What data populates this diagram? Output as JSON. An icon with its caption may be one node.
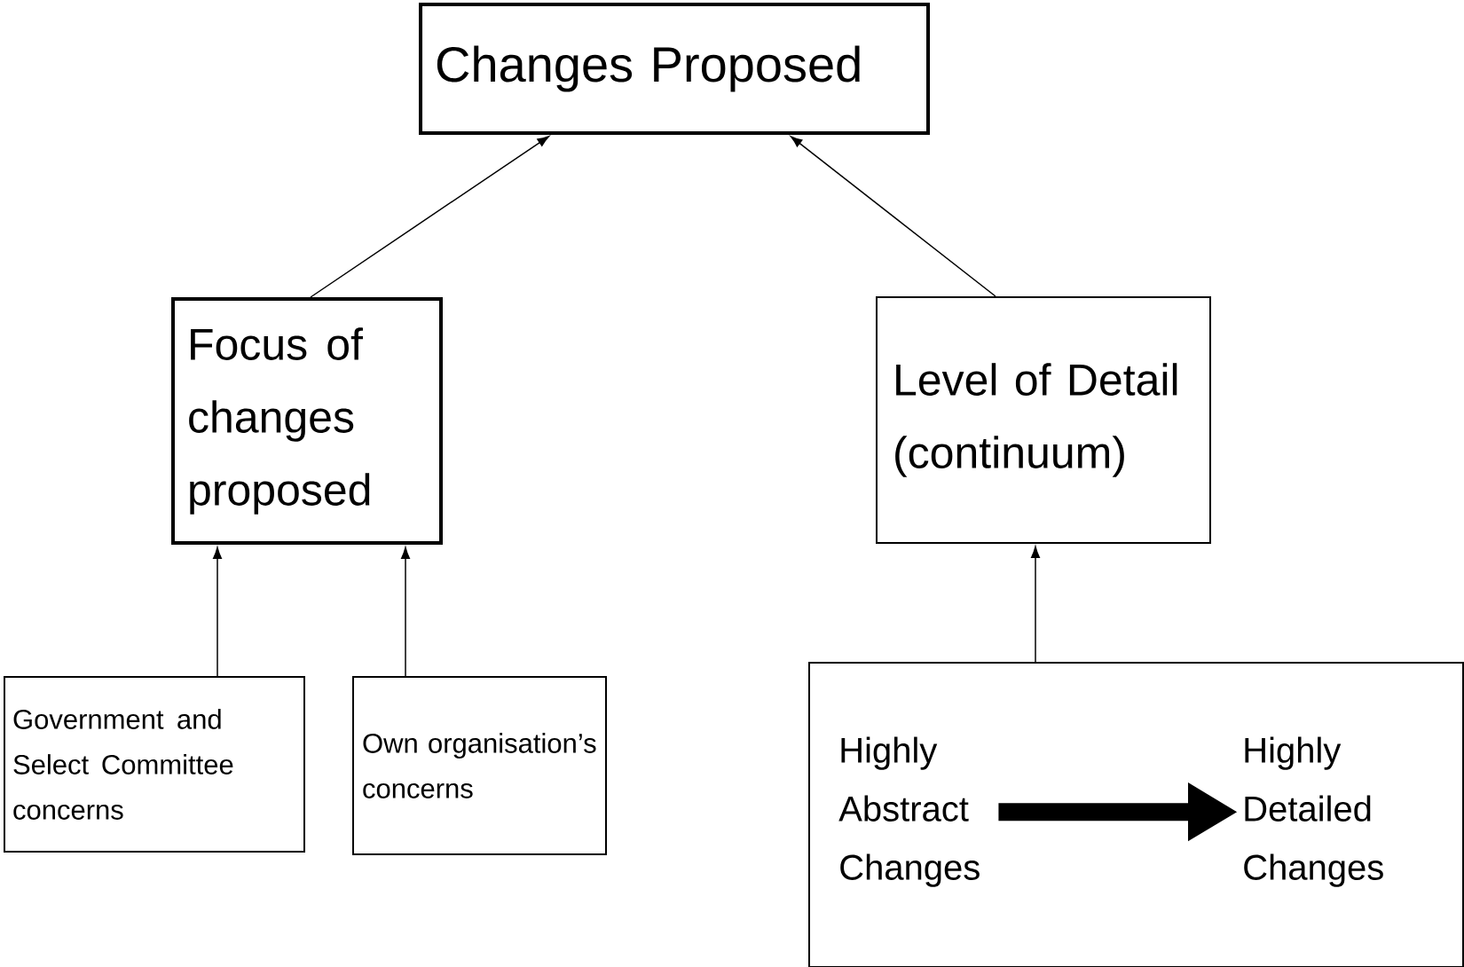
{
  "diagram": {
    "nodes": [
      {
        "text": [
          "Changes Proposed"
        ]
      },
      {
        "text": [
          "Focus of changes proposed"
        ]
      },
      {
        "text": [
          "Level of Detail (continuum)"
        ]
      },
      {
        "text": [
          "Government and Select Committee concerns"
        ]
      },
      {
        "text": [
          "Own organisation’s concerns"
        ]
      },
      {
        "text": [],
        "shape": "box"
      },
      {
        "text": [
          "Highly Abstract Changes"
        ],
        "in": 5
      },
      {
        "text": [
          "Highly Detailed Changes"
        ],
        "in": 5
      }
    ],
    "edges": [
      {
        "from": 1,
        "to": 0,
        "arrow": "to"
      },
      {
        "from": 2,
        "to": 0,
        "arrow": "to"
      },
      {
        "from": 3,
        "to": 1,
        "arrow": "to"
      },
      {
        "from": 4,
        "to": 1,
        "arrow": "to"
      },
      {
        "from": 5,
        "to": 2,
        "arrow": "to"
      },
      {
        "from": 6,
        "to": 7,
        "arrow": "to",
        "style": "thick"
      }
    ]
  }
}
